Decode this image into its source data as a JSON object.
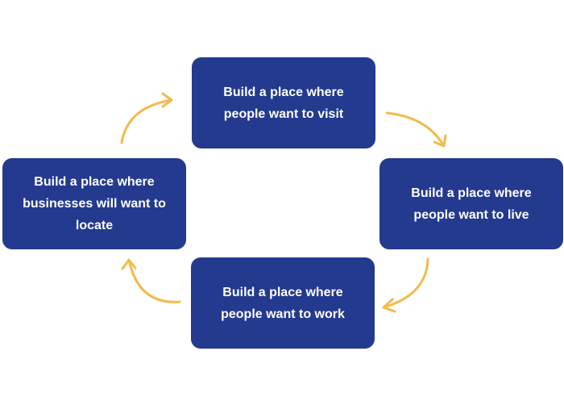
{
  "diagram": {
    "accent_color": "#243a8f",
    "arrow_color": "#f2bb4d",
    "nodes": [
      {
        "id": "visit",
        "label": "Build a place where people want to visit"
      },
      {
        "id": "live",
        "label": "Build a place where people want to live"
      },
      {
        "id": "work",
        "label": "Build a place where people want to work"
      },
      {
        "id": "locate",
        "label": "Build a place where businesses will want to locate"
      }
    ],
    "edges": [
      {
        "from": "visit",
        "to": "live"
      },
      {
        "from": "live",
        "to": "work"
      },
      {
        "from": "work",
        "to": "locate"
      },
      {
        "from": "locate",
        "to": "visit"
      }
    ]
  }
}
